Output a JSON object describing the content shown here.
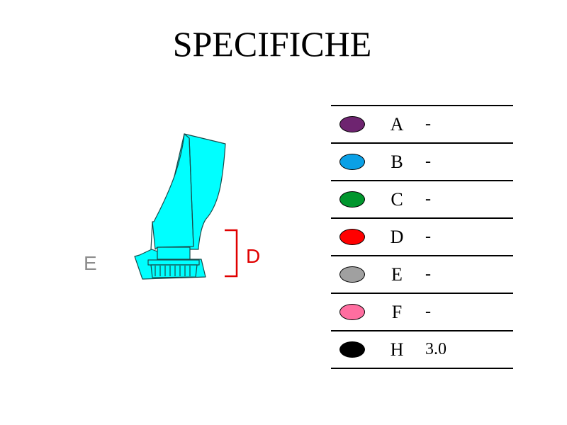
{
  "title": "SPECIFICHE",
  "figure": {
    "part_color": "#00FFFF",
    "outline_color": "#1a4a4a",
    "label_e": {
      "text": "E",
      "color": "#8C8C8C"
    },
    "label_d": {
      "text": "D",
      "color": "#E00000"
    }
  },
  "legend": [
    {
      "letter": "A",
      "value": "-",
      "color": "#6E2470"
    },
    {
      "letter": "B",
      "value": "-",
      "color": "#0AA0E6"
    },
    {
      "letter": "C",
      "value": "-",
      "color": "#00962D"
    },
    {
      "letter": "D",
      "value": "-",
      "color": "#FF0000"
    },
    {
      "letter": "E",
      "value": "-",
      "color": "#A0A0A0"
    },
    {
      "letter": "F",
      "value": "-",
      "color": "#FF6EA0"
    },
    {
      "letter": "H",
      "value": "3.0",
      "color": "#000000"
    }
  ]
}
